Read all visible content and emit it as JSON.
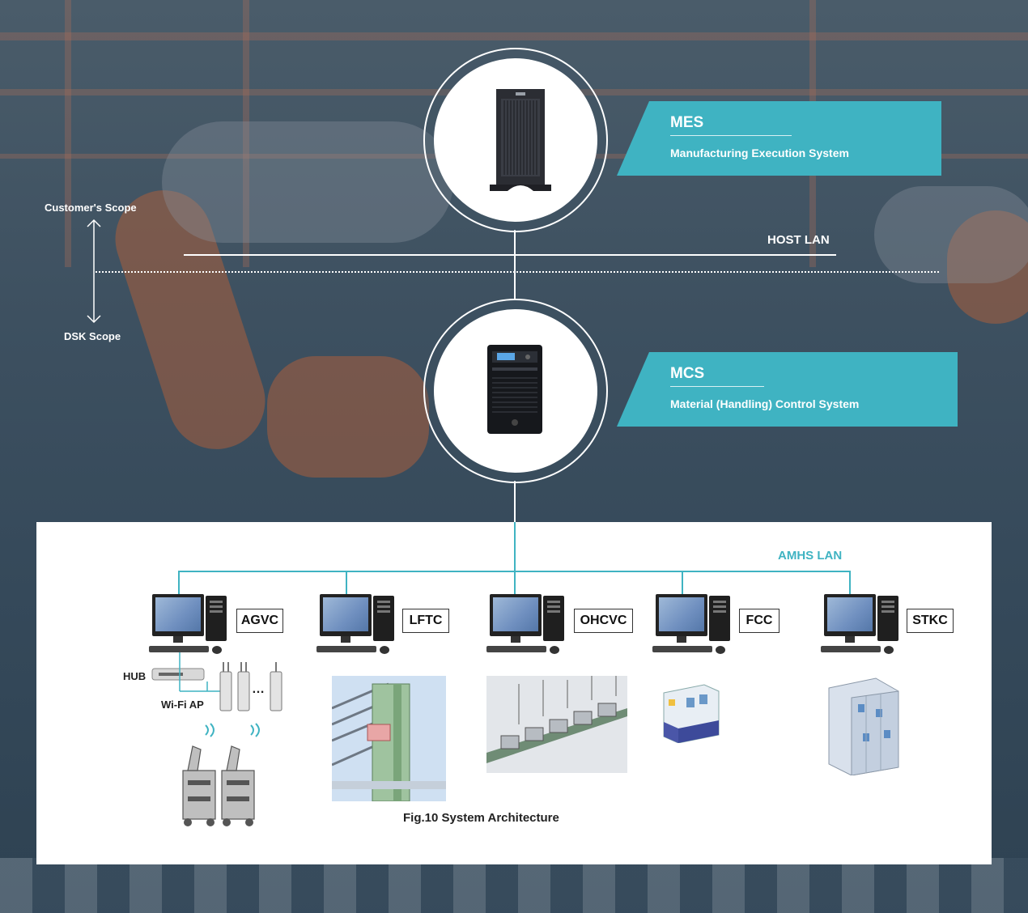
{
  "scope": {
    "customer": "Customer's Scope",
    "dsk": "DSK Scope"
  },
  "mes": {
    "title": "MES",
    "subtitle": "Manufacturing Execution System",
    "icon": "server-tower-icon"
  },
  "host_lan": "HOST LAN",
  "mcs": {
    "title": "MCS",
    "subtitle": "Material (Handling) Control System",
    "icon": "nas-server-icon"
  },
  "amhs_lan": "AMHS LAN",
  "controllers": [
    {
      "label": "AGVC",
      "icon": "desktop-pc-icon"
    },
    {
      "label": "LFTC",
      "icon": "desktop-pc-icon"
    },
    {
      "label": "OHCVC",
      "icon": "desktop-pc-icon"
    },
    {
      "label": "FCC",
      "icon": "desktop-pc-icon"
    },
    {
      "label": "STKC",
      "icon": "desktop-pc-icon"
    }
  ],
  "agv_detail": {
    "hub": "HUB",
    "wifi_ap": "Wi-Fi AP",
    "ellipsis": "…"
  },
  "caption": "Fig.10 System Architecture",
  "colors": {
    "accent": "#3fb3c2",
    "line": "#ffffff",
    "panel": "#ffffff"
  }
}
